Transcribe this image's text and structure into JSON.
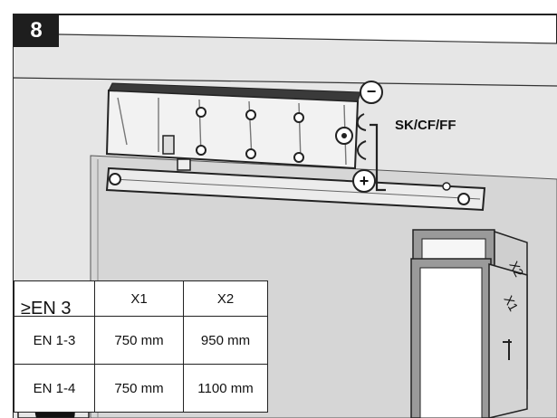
{
  "step_number": "8",
  "closer_label": "SK/CF/FF",
  "adjust_signs": {
    "minus": "−",
    "plus": "+"
  },
  "fire_rating_tag": "≥EN 3",
  "door_leaf_labels": [
    "X2",
    "X1"
  ],
  "table": {
    "headers": [
      "",
      "X1",
      "X2"
    ],
    "rows": [
      {
        "label": "EN 1-3",
        "x1": "750 mm",
        "x2": "950 mm"
      },
      {
        "label": "EN 1-4",
        "x1": "750 mm",
        "x2": "1100 mm"
      }
    ]
  },
  "colors": {
    "frame": "#1e1e1e",
    "wall": "#e6e6e6",
    "door": "#cfcfcf",
    "flame": "#111111"
  }
}
